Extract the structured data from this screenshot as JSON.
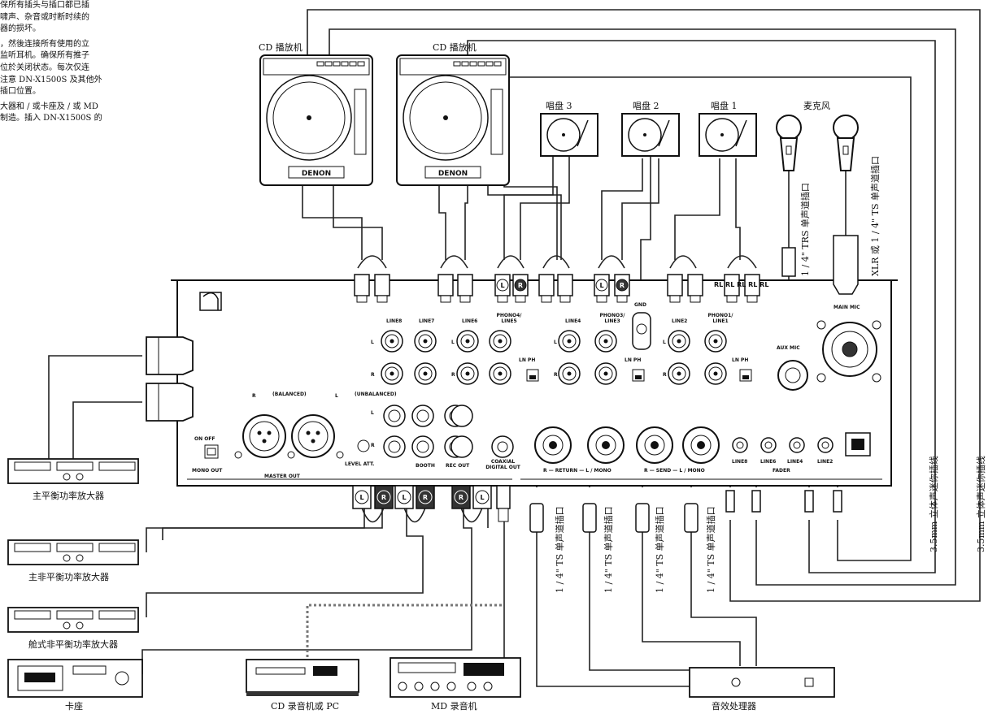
{
  "intro": {
    "para1": "保所有插头与插口都已插\n啸声、杂音或时断时续的\n器的损坏。",
    "para2": "，然後连接所有使用的立\n监听耳机。确保所有推子\n位於关闭状态。每次仅连\n注意 DN-X1500S 及其他外\n插口位置。",
    "para3": "大器和 / 或卡座及 / 或 MD\n制造。插入 DN-X1500S 的"
  },
  "sources": {
    "cd_player_1": "CD 播放机",
    "cd_player_2": "CD 播放机",
    "cd_brand": "DENON",
    "turntable_3": "唱盘 3",
    "turntable_2": "唱盘 2",
    "turntable_1": "唱盘 1",
    "microphone": "麦克风"
  },
  "cable_labels": {
    "mic_trs": "1 / 4\" TRS 单声道插口",
    "mic_xlr": "XLR 或 1 / 4\" TS 单声道插口",
    "stereo_1": "3.5mm 立体声迷你插线",
    "stereo_2": "3.5mm 立体声迷你插线",
    "ts_1": "1 / 4\" TS 单声道插口",
    "ts_2": "1 / 4\" TS 单声道插口",
    "ts_3": "1 / 4\" TS 单声道插口",
    "ts_4": "1 / 4\" TS 单声道插口"
  },
  "panel": {
    "top_strip": "RL RL RL RL RL",
    "line8": "LINE8",
    "line7": "LINE7",
    "line6": "LINE6",
    "phono4": "PHONO4/ LINE5",
    "line4": "LINE4",
    "phono3": "PHONO3/ LINE3",
    "line2": "LINE2",
    "phono1": "PHONO1/ LINE1",
    "gnd": "GND",
    "ln_ph": "LN PH",
    "aux_mic": "AUX MIC",
    "main_mic": "MAIN MIC",
    "l": "L",
    "r": "R",
    "balanced": "(BALANCED)",
    "unbalanced": "(UNBALANCED)",
    "mono_switch": "ON OFF",
    "mono_out": "MONO OUT",
    "master_out": "MASTER OUT",
    "level_att": "LEVEL ATT.",
    "booth": "BOOTH",
    "rec_out": "REC OUT",
    "coaxial": "COAXIAL DIGITAL OUT",
    "return": "R — RETURN — L / MONO",
    "send": "R — SEND — L / MONO",
    "line8b": "LINE8",
    "line6b": "LINE6",
    "line4b": "LINE4",
    "line2b": "LINE2",
    "fader": "FADER"
  },
  "plug_letters": {
    "l": "L",
    "r": "R"
  },
  "outputs": {
    "amp_balanced": "主平衡功率放大器",
    "amp_unbalanced": "主非平衡功率放大器",
    "amp_booth": "舱式非平衡功率放大器",
    "deck": "卡座",
    "cd_recorder": "CD 录音机或 PC",
    "md_recorder": "MD 录音机",
    "effects": "音效处理器"
  }
}
